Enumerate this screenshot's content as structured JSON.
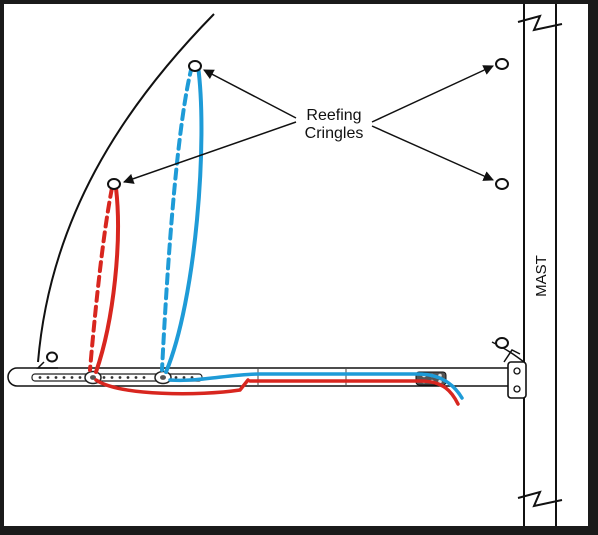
{
  "labels": {
    "cringles_line1": "Reefing",
    "cringles_line2": "Cringles",
    "mast": "MAST"
  },
  "colors": {
    "frame": "#1a1a1a",
    "background": "#ffffff",
    "ink": "#111111",
    "reef_line_1": "#d8261f",
    "reef_line_2": "#1e9bd7",
    "boom_hardware": "#444444"
  },
  "icons": [
    "cringle-ring-icon",
    "block-icon",
    "cleat-icon",
    "gooseneck-icon"
  ]
}
